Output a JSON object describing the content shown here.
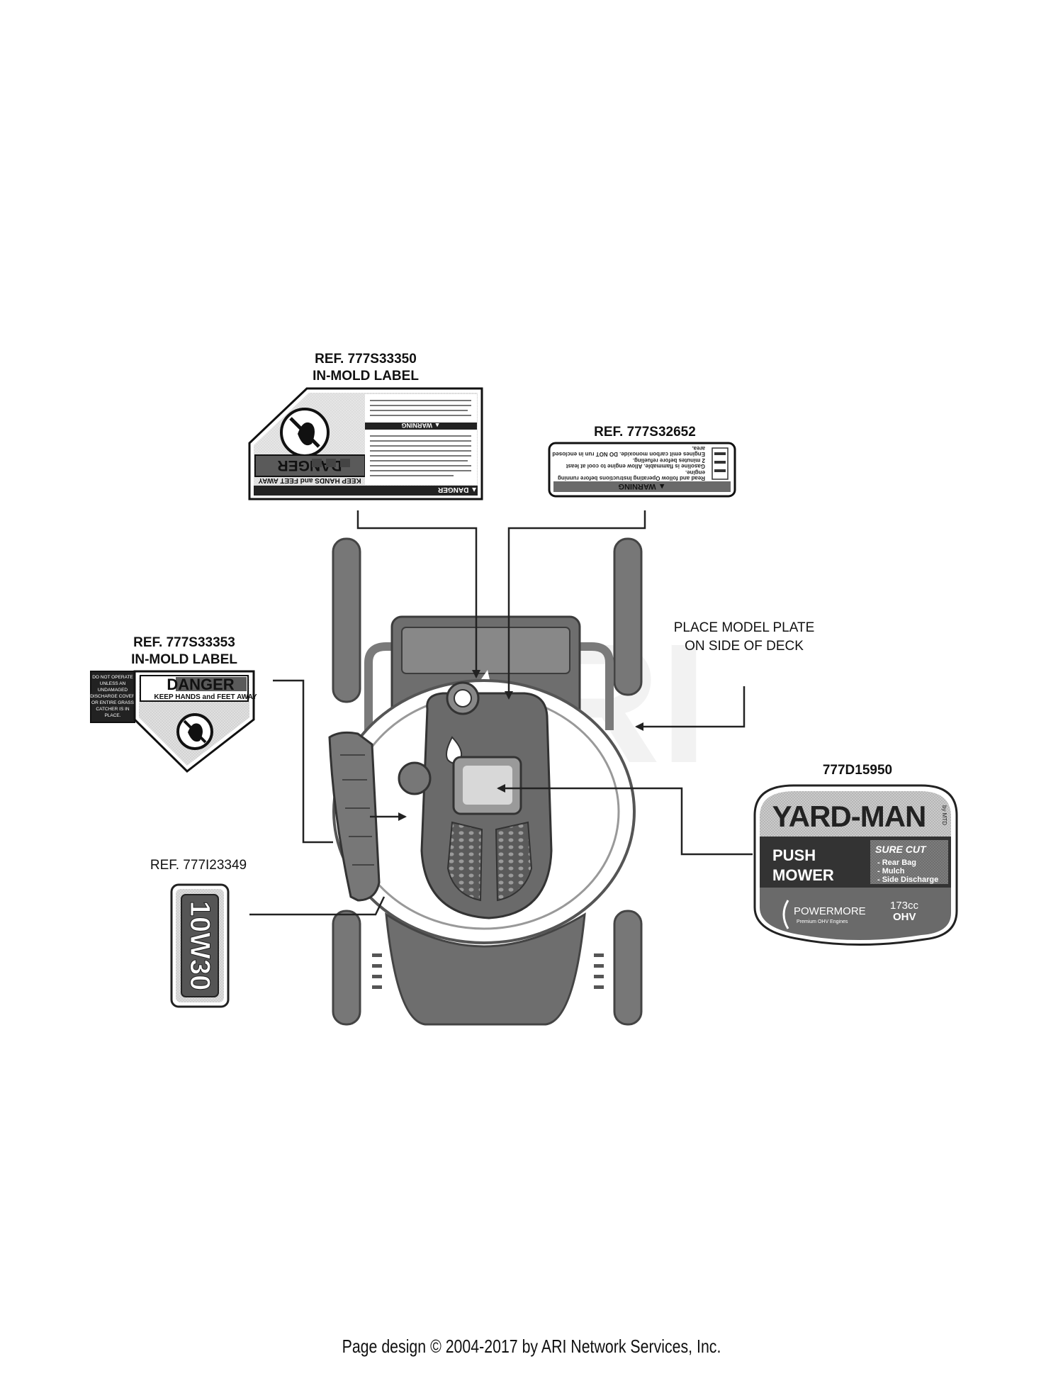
{
  "callouts": {
    "top_left": {
      "ref": "REF. 777S33350",
      "type": "IN-MOLD LABEL"
    },
    "top_right": {
      "ref": "REF. 777S32652"
    },
    "left": {
      "ref": "REF. 777S33353",
      "type": "IN-MOLD LABEL"
    },
    "oil": {
      "ref": "REF. 777I23349"
    },
    "model_plate": {
      "line1": "PLACE MODEL PLATE",
      "line2": "ON SIDE OF DECK"
    },
    "brand_label": {
      "ref": "777D15950"
    }
  },
  "decal_danger_left": {
    "title": "DANGER",
    "subtitle": "KEEP HANDS and FEET AWAY",
    "side_text": [
      "DO NOT OPERATE",
      "UNLESS AN",
      "UNDAMAGED",
      "DISCHARGE COVER",
      "OR ENTIRE GRASS",
      "CATCHER IS IN",
      "PLACE."
    ]
  },
  "decal_danger_top": {
    "title": "DANGER",
    "subtitle": "KEEP HANDS and FEET AWAY",
    "banner_danger": "▲ DANGER",
    "banner_warning": "▲ WARNING"
  },
  "decal_warning_top": {
    "banner": "▲ WARNING",
    "lines": [
      "Read and follow Operating Instructions before running",
      "engine.",
      "Gasoline is flammable. Allow engine to cool at least",
      "2 minutes before refueling.",
      "Engines emit carbon monoxide. DO NOT run in enclosed",
      "area."
    ]
  },
  "decal_oil": {
    "text": "10W30"
  },
  "decal_brand": {
    "brand": "YARD-MAN",
    "brand_suffix": "by MTD",
    "product_line1": "PUSH",
    "product_line2": "MOWER",
    "series": "SURE CUT",
    "features": [
      "- Rear Bag",
      "- Mulch",
      "- Side Discharge"
    ],
    "engine_brand": "POWERMORE",
    "engine_sub": "Premium OHV Engines",
    "engine_size": "173cc",
    "engine_type": "OHV"
  },
  "watermark": "ARI",
  "footer": "Page design © 2004-2017 by ARI Network Services, Inc.",
  "colors": {
    "decal_gray": "#9a9a9a",
    "decal_dark": "#4a4a4a",
    "mower_gray": "#6e6e6e",
    "line": "#333333"
  }
}
